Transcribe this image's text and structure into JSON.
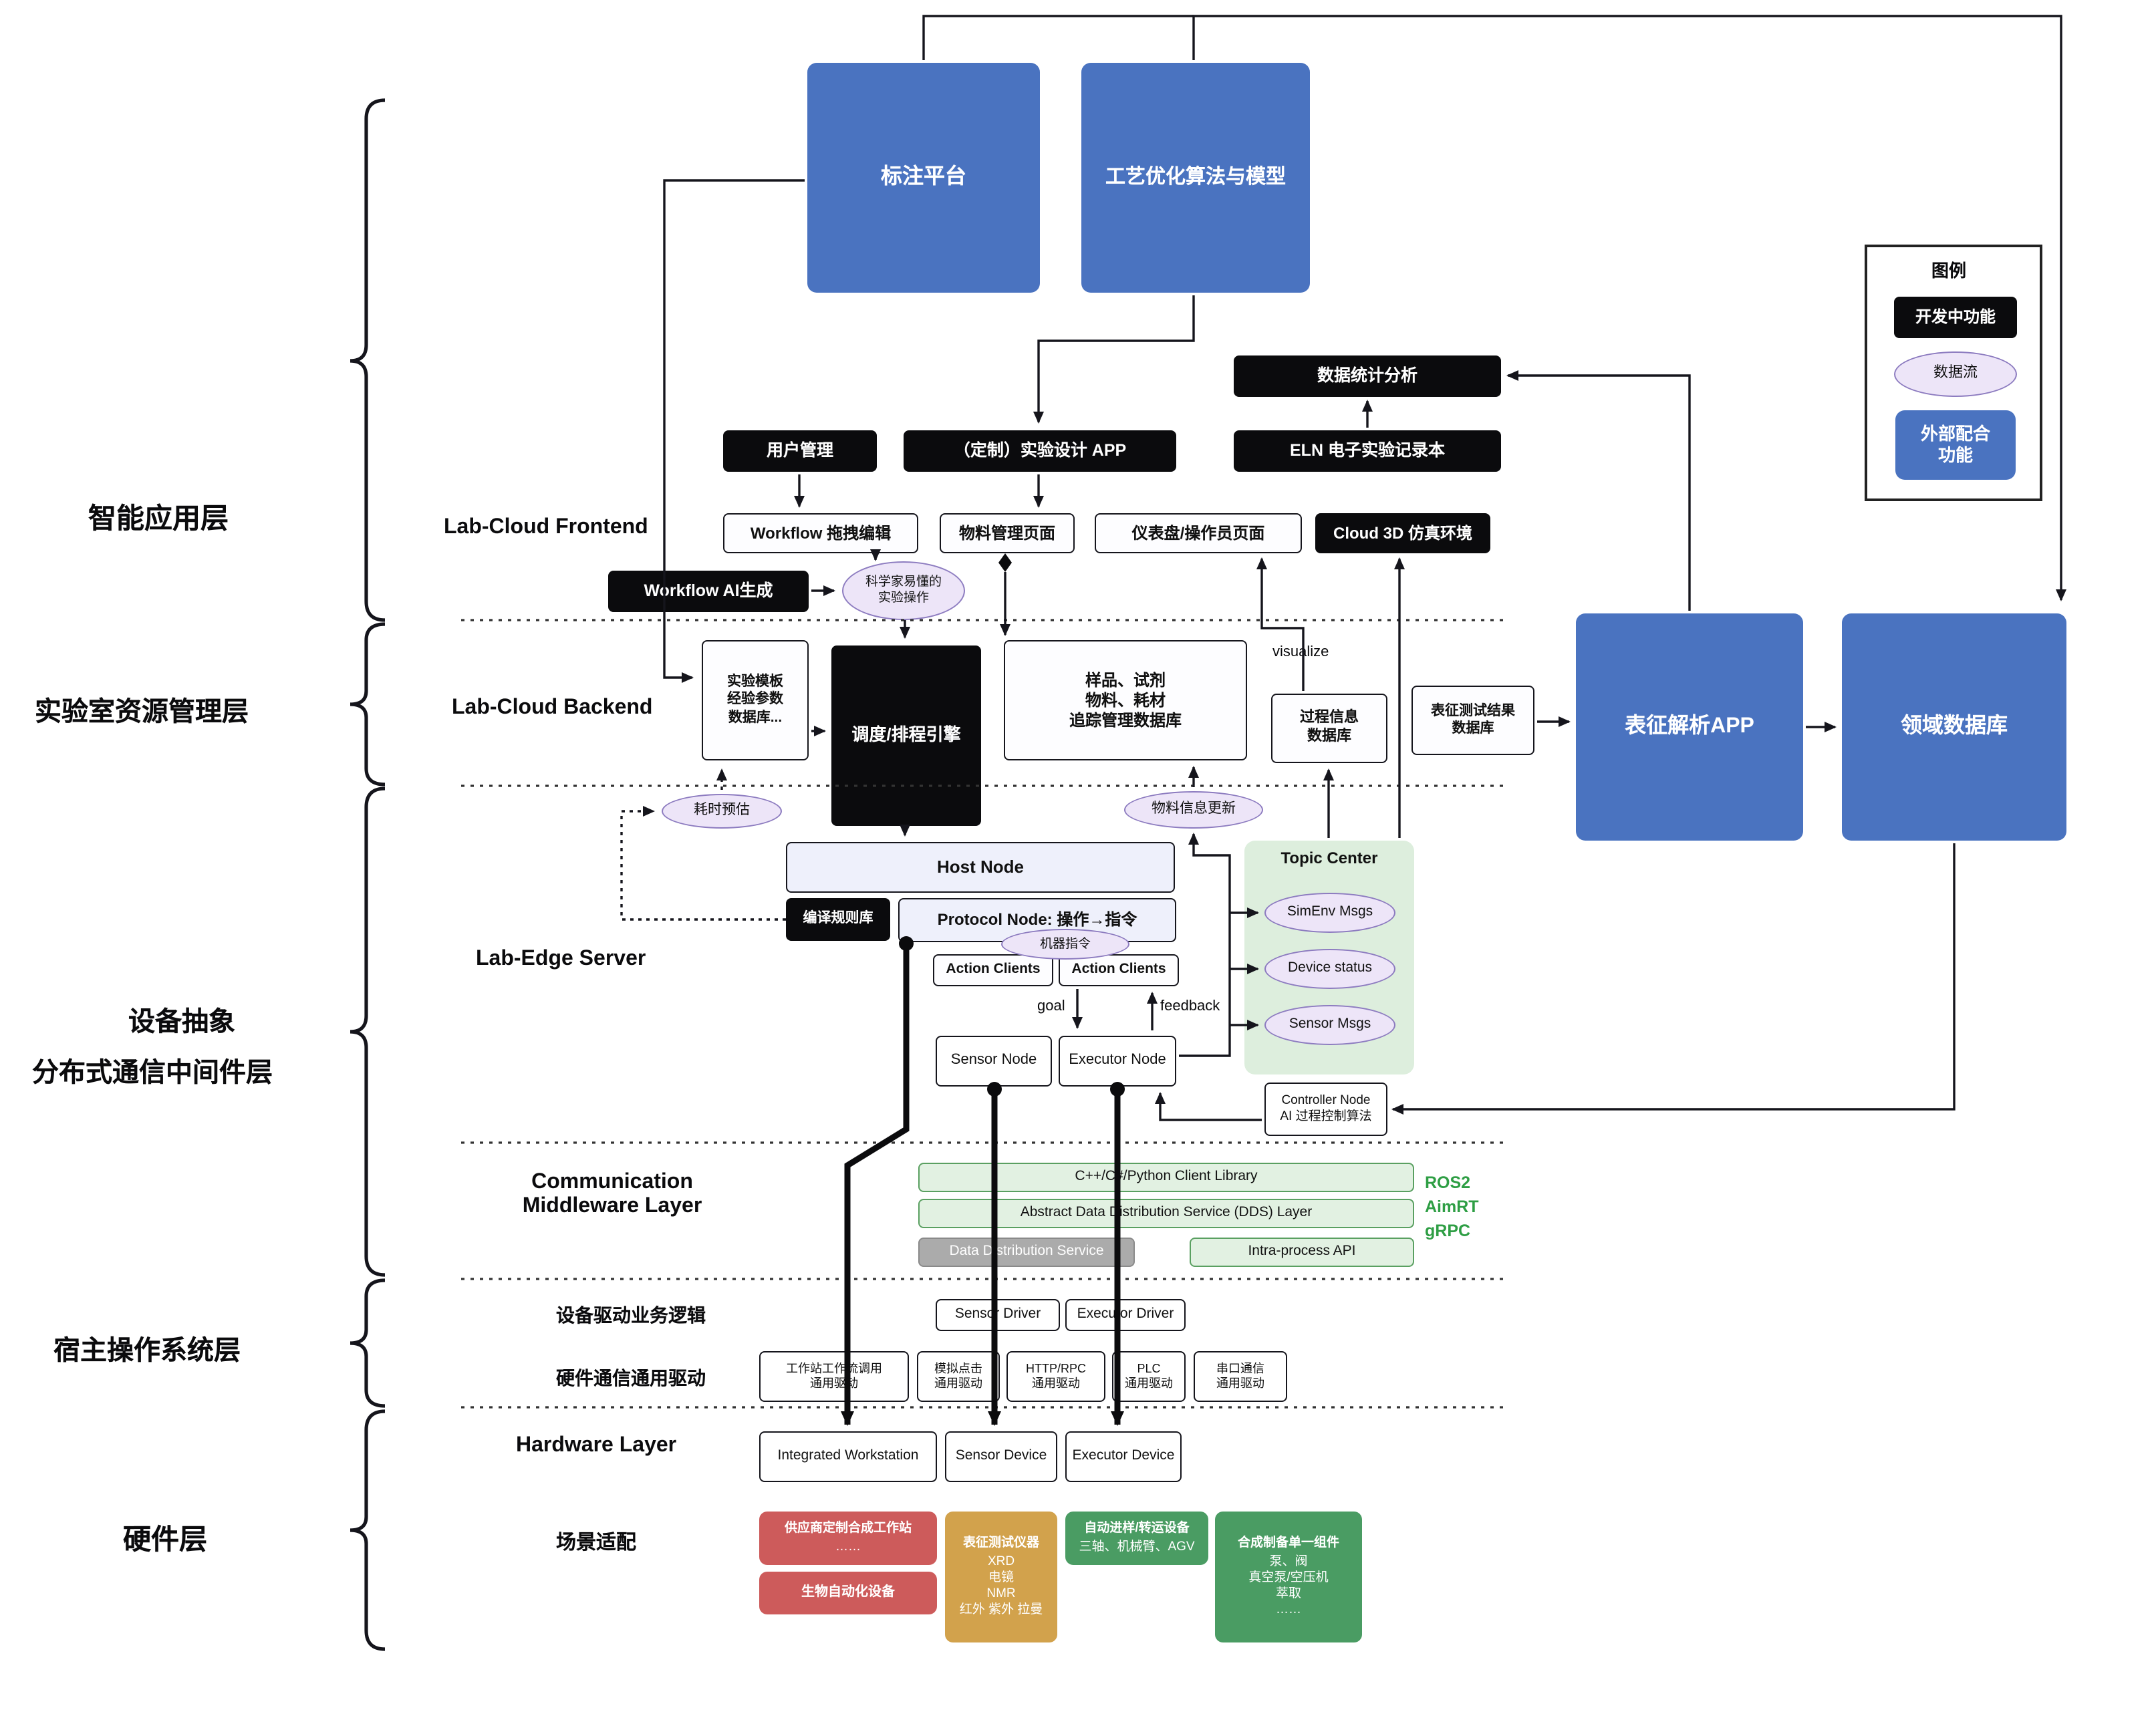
{
  "left_labels": {
    "app_layer": "智能应用层",
    "resource_layer": "实验室资源管理层",
    "abstraction_line1": "设备抽象",
    "abstraction_line2": "分布式通信中间件层",
    "host_os_layer": "宿主操作系统层",
    "hardware_layer": "硬件层"
  },
  "legend": {
    "title": "图例",
    "in_development": "开发中功能",
    "data_flow": "数据流",
    "external": "外部配合\n功能"
  },
  "top_apps": {
    "annotation": "标注平台",
    "process_opt": "工艺优化算法与模型"
  },
  "app_row": {
    "stats": "数据统计分析",
    "user_mgmt": "用户管理",
    "custom_app": "（定制）实验设计 APP",
    "eln": "ELN 电子实验记录本"
  },
  "frontend": {
    "label": "Lab-Cloud Frontend",
    "wf_edit": "Workflow 拖拽编辑",
    "material_page": "物料管理页面",
    "dashboard": "仪表盘/操作员页面",
    "cloud3d": "Cloud 3D 仿真环境",
    "wf_ai": "Workflow AI生成",
    "scientist_ops": "科学家易懂的\n实验操作"
  },
  "backend": {
    "label": "Lab-Cloud Backend",
    "template_db": "实验模板\n经验参数\n数据库...",
    "scheduler": "调度/排程引擎",
    "sample_db": "样品、试剂\n物料、耗材\n追踪管理数据库",
    "process_db": "过程信息\n数据库",
    "char_db": "表征测试结果\n数据库",
    "char_app": "表征解析APP",
    "domain_db": "领域数据库",
    "visualize": "visualize",
    "time_estimate": "耗时预估",
    "material_update": "物料信息更新"
  },
  "edge": {
    "label": "Lab-Edge Server",
    "host_node": "Host Node",
    "compile_rules": "编译规则库",
    "protocol_node": "Protocol Node: 操作→指令",
    "machine_instr": "机器指令",
    "action_clients_1": "Action Clients",
    "action_clients_2": "Action Clients",
    "topic_center": "Topic Center",
    "simenv": "SimEnv Msgs",
    "device_status": "Device status",
    "sensor_msgs": "Sensor Msgs",
    "goal": "goal",
    "feedback": "feedback",
    "sensor_node": "Sensor Node",
    "executor_node": "Executor Node",
    "controller_title": "Controller Node",
    "controller_body": "AI 过程控制算法"
  },
  "comm": {
    "label": "Communication\nMiddleware Layer",
    "client_lib": "C++/C#/Python Client Library",
    "dds_abstract": "Abstract Data Distribution Service (DDS) Layer",
    "dds_service": "Data Distribution Service",
    "intra_api": "Intra-process API",
    "stack": "ROS2\nAimRT\ngRPC"
  },
  "host_os": {
    "driver_logic_label": "设备驱动业务逻辑",
    "sensor_driver": "Sensor Driver",
    "executor_driver": "Executor Driver",
    "generic_driver_label": "硬件通信通用驱动",
    "drv_workstation": "工作站工作流调用\n通用驱动",
    "drv_click": "模拟点击\n通用驱动",
    "drv_http": "HTTP/RPC\n通用驱动",
    "drv_plc": "PLC\n通用驱动",
    "drv_serial": "串口通信\n通用驱动"
  },
  "hardware": {
    "label": "Hardware Layer",
    "workstation": "Integrated Workstation",
    "sensor_device": "Sensor Device",
    "executor_device": "Executor Device",
    "scenario_label": "场景适配",
    "vendor_ws_title": "供应商定制合成工作站",
    "vendor_ws_body": "……",
    "bio_auto": "生物自动化设备",
    "char_title": "表征测试仪器",
    "char_body": "XRD\n电镜\nNMR\n红外 紫外 拉曼",
    "transfer_title": "自动进样/转运设备",
    "transfer_body": "三轴、机械臂、AGV",
    "synth_title": "合成制备单一组件",
    "synth_body": "泵、阀\n真空泵/空压机\n萃取\n……"
  },
  "colors": {
    "blue": "#4a73c0",
    "black": "#0b0b0d",
    "ellipse_fill": "#ede5f8",
    "green_light": "#e2f1e2",
    "green_dark": "#4a9c63",
    "gold": "#d2a24c",
    "red": "#cd5b5b",
    "gray": "#ababab",
    "ros_green": "#2e9e44"
  }
}
